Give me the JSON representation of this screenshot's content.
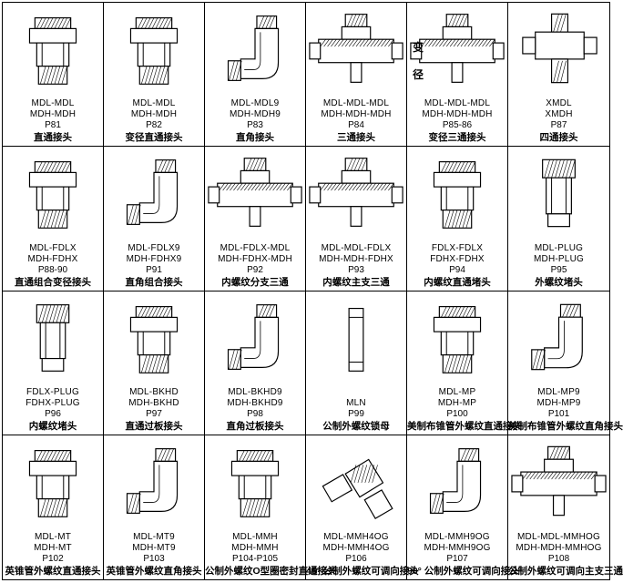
{
  "cells": [
    {
      "code1": "MDL-MDL",
      "code2": "MDH-MDH",
      "page": "P81",
      "name": "直通接头",
      "shape": "straight"
    },
    {
      "code1": "MDL-MDL",
      "code2": "MDH-MDH",
      "page": "P82",
      "name": "变径直通接头",
      "shape": "straight"
    },
    {
      "code1": "MDL-MDL9",
      "code2": "MDH-MDH9",
      "page": "P83",
      "name": "直角接头",
      "shape": "elbow"
    },
    {
      "code1": "MDL-MDL-MDL",
      "code2": "MDH-MDH-MDH",
      "page": "P84",
      "name": "三通接头",
      "shape": "tee"
    },
    {
      "code1": "MDL-MDL-MDL",
      "code2": "MDH-MDH-MDH",
      "page": "P85-86",
      "name": "变径三通接头",
      "shape": "tee",
      "side": [
        "变",
        "径"
      ]
    },
    {
      "code1": "XMDL",
      "code2": "XMDH",
      "page": "P87",
      "name": "四通接头",
      "shape": "cross"
    },
    {
      "code1": "MDL-FDLX",
      "code2": "MDH-FDHX",
      "page": "P88-90",
      "name": "直通组合变径接头",
      "shape": "straight"
    },
    {
      "code1": "MDL-FDLX9",
      "code2": "MDH-FDHX9",
      "page": "P91",
      "name": "直角组合接头",
      "shape": "elbow"
    },
    {
      "code1": "MDL-FDLX-MDL",
      "code2": "MDH-FDHX-MDH",
      "page": "P92",
      "name": "内螺纹分支三通",
      "shape": "tee"
    },
    {
      "code1": "MDL-MDL-FDLX",
      "code2": "MDH-MDH-FDHX",
      "page": "P93",
      "name": "内螺纹主支三通",
      "shape": "tee"
    },
    {
      "code1": "FDLX-FDLX",
      "code2": "FDHX-FDHX",
      "page": "P94",
      "name": "内螺纹直通堵头",
      "shape": "straight"
    },
    {
      "code1": "MDL-PLUG",
      "code2": "MDH-PLUG",
      "page": "P95",
      "name": "外螺纹堵头",
      "shape": "plug"
    },
    {
      "code1": "FDLX-PLUG",
      "code2": "FDHX-PLUG",
      "page": "P96",
      "name": "内螺纹堵头",
      "shape": "plug"
    },
    {
      "code1": "MDL-BKHD",
      "code2": "MDH-BKHD",
      "page": "P97",
      "name": "直通过板接头",
      "shape": "straight"
    },
    {
      "code1": "MDL-BKHD9",
      "code2": "MDH-BKHD9",
      "page": "P98",
      "name": "直角过板接头",
      "shape": "elbow"
    },
    {
      "code1": "MLN",
      "code2": "",
      "page": "P99",
      "name": "公制外螺纹锁母",
      "shape": "nut"
    },
    {
      "code1": "MDL-MP",
      "code2": "MDH-MP",
      "page": "P100",
      "name": "美制布锥管外螺纹直通接头",
      "shape": "straight"
    },
    {
      "code1": "MDL-MP9",
      "code2": "MDH-MP9",
      "page": "P101",
      "name": "美制布锥管外螺纹直角接头",
      "shape": "elbow"
    },
    {
      "code1": "MDL-MT",
      "code2": "MDH-MT",
      "page": "P102",
      "name": "英锥管外螺纹直通接头",
      "shape": "straight"
    },
    {
      "code1": "MDL-MT9",
      "code2": "MDH-MT9",
      "page": "P103",
      "name": "英锥管外螺纹直角接头",
      "shape": "elbow"
    },
    {
      "code1": "MDL-MMH",
      "code2": "MDH-MMH",
      "page": "P104-P105",
      "name": "公制外螺纹O型圈密封直通接头",
      "shape": "straight"
    },
    {
      "code1": "MDL-MMH4OG",
      "code2": "MDH-MMH4OG",
      "page": "P106",
      "name": "45° 公制外螺纹可调向接头",
      "shape": "angle45"
    },
    {
      "code1": "MDL-MMH9OG",
      "code2": "MDH-MMH9OG",
      "page": "P107",
      "name": "90° 公制外螺纹可调向接头",
      "shape": "elbow"
    },
    {
      "code1": "MDL-MDL-MMHOG",
      "code2": "MDH-MDH-MMHOG",
      "page": "P108",
      "name": "公制外螺纹可调向主支三通",
      "shape": "tee"
    }
  ]
}
